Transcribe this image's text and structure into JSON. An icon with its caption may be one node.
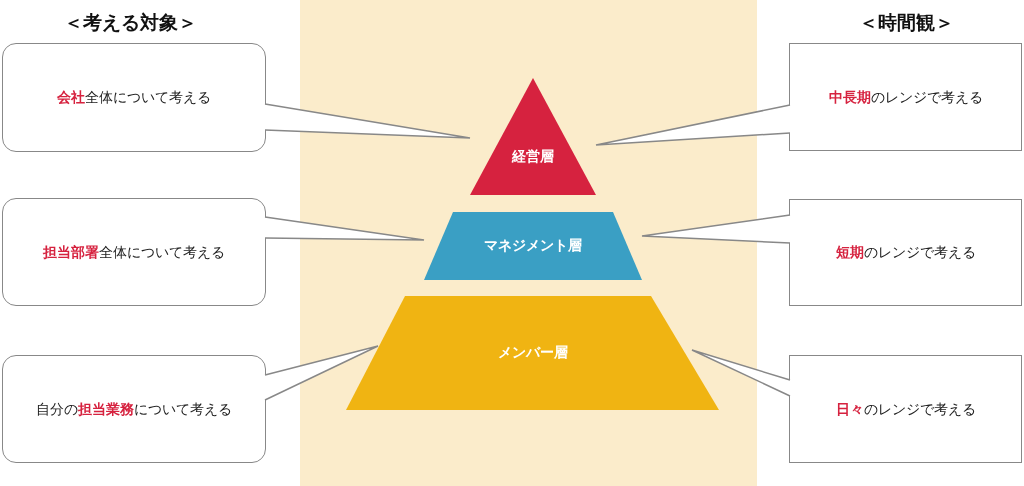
{
  "diagram": {
    "nodes": [
      {
        "text": [
          "**会社**全体について考える"
        ]
      },
      {
        "text": [
          "経営層"
        ]
      },
      {
        "text": [
          "**中長期**のレンジで考える"
        ]
      },
      {
        "text": [
          "**担当部署**全体について考える"
        ]
      },
      {
        "text": [
          "マネジメント層"
        ]
      },
      {
        "text": [
          "**短期**のレンジで考える"
        ]
      },
      {
        "text": [
          "自分の**担当業務**について考える"
        ]
      },
      {
        "text": [
          "メンバー層"
        ]
      },
      {
        "text": [
          "**日々**のレンジで考える"
        ]
      }
    ],
    "edges": [
      {
        "from": 0,
        "to": 1,
        "arrow": "none"
      },
      {
        "from": 2,
        "to": 1,
        "arrow": "none"
      },
      {
        "from": 3,
        "to": 4,
        "arrow": "none"
      },
      {
        "from": 5,
        "to": 4,
        "arrow": "none"
      },
      {
        "from": 6,
        "to": 7,
        "arrow": "none"
      },
      {
        "from": 8,
        "to": 7,
        "arrow": "none"
      }
    ],
    "labels": [
      "＜考える対象＞",
      "＜時間観＞"
    ]
  }
}
